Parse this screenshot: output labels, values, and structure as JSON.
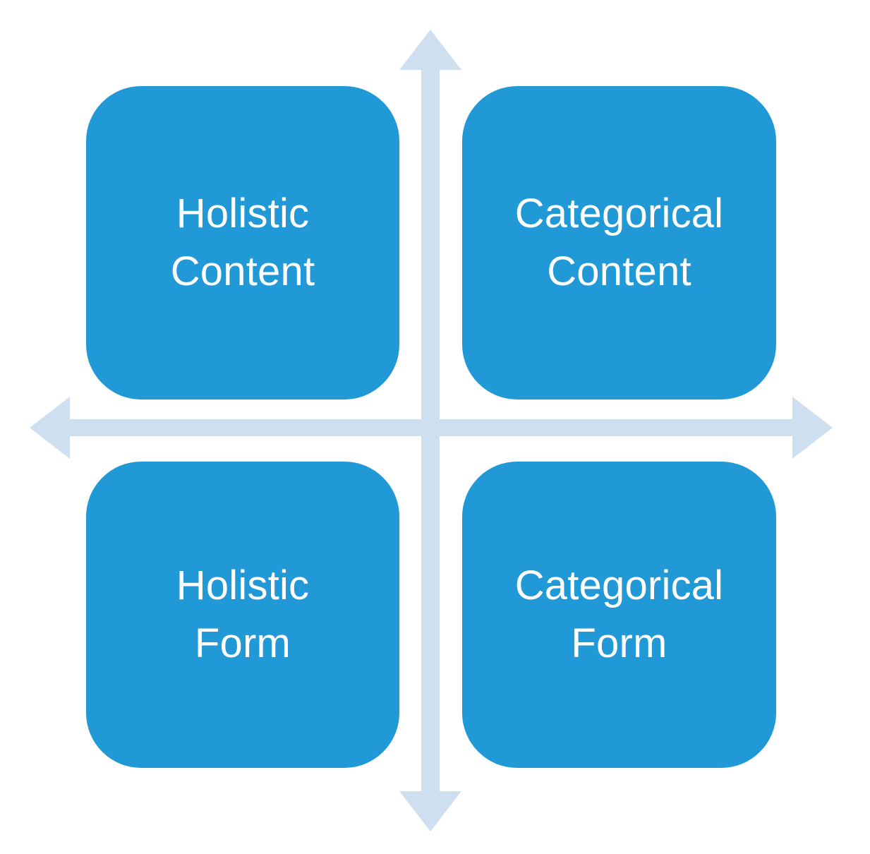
{
  "diagram": {
    "title": "Holistic / Categorical by Content / Form quadrant matrix",
    "colors": {
      "box_fill": "#2199D6",
      "box_text": "#FFFFFF",
      "axis_arrow": "#CEDFF0",
      "background": "#FFFFFF"
    },
    "quadrants": [
      {
        "id": "holistic-content",
        "position": "top-left",
        "line1": "Holistic",
        "line2": "Content",
        "label": "Holistic\nContent"
      },
      {
        "id": "categorical-content",
        "position": "top-right",
        "line1": "Categorical",
        "line2": "Content",
        "label": "Categorical\nContent"
      },
      {
        "id": "holistic-form",
        "position": "bottom-left",
        "line1": "Holistic",
        "line2": "Form",
        "label": "Holistic\nForm"
      },
      {
        "id": "categorical-form",
        "position": "bottom-right",
        "line1": "Categorical",
        "line2": "Form",
        "label": "Categorical\nForm"
      }
    ],
    "axes": {
      "vertical": {
        "icon": "double-headed-vertical-arrow",
        "top_label": "",
        "bottom_label": ""
      },
      "horizontal": {
        "icon": "double-headed-horizontal-arrow",
        "left_label": "",
        "right_label": ""
      }
    }
  }
}
